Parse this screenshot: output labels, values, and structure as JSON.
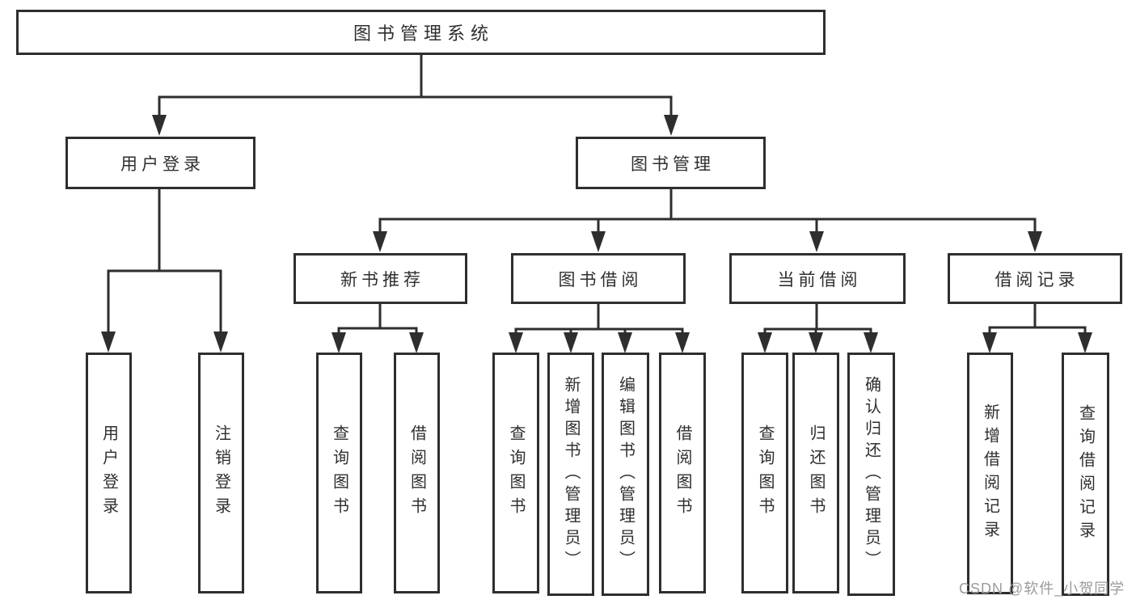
{
  "diagram": {
    "title": "图书管理系统",
    "type": "hierarchy-tree",
    "colors": {
      "line": "#2e2e2e",
      "text": "#2f2f2f",
      "box_background": "#ffffff",
      "watermark": "#9b9b9b"
    },
    "nodes": {
      "root": {
        "label": "图书管理系统"
      },
      "user_login": {
        "label": "用户登录"
      },
      "book_management": {
        "label": "图书管理"
      },
      "new_book_rec": {
        "label": "新书推荐"
      },
      "book_borrowing": {
        "label": "图书借阅"
      },
      "current_borrow": {
        "label": "当前借阅"
      },
      "borrow_records": {
        "label": "借阅记录"
      },
      "ul_user_login": {
        "label": "用户登录"
      },
      "ul_logout": {
        "label": "注销登录"
      },
      "nb_query_books": {
        "label": "查询图书"
      },
      "nb_borrow_books": {
        "label": "借阅图书"
      },
      "bb_query_books": {
        "label": "查询图书"
      },
      "bb_add_books": {
        "label": "新增图书（管理员）"
      },
      "bb_edit_books": {
        "label": "编辑图书（管理员）"
      },
      "bb_borrow_books": {
        "label": "借阅图书"
      },
      "cb_query_books": {
        "label": "查询图书"
      },
      "cb_return_books": {
        "label": "归还图书"
      },
      "cb_confirm_return": {
        "label": "确认归还（管理员）"
      },
      "br_add_record": {
        "label": "新增借阅记录"
      },
      "br_query_record": {
        "label": "查询借阅记录"
      }
    },
    "edges": [
      [
        "root",
        "user_login"
      ],
      [
        "root",
        "book_management"
      ],
      [
        "user_login",
        "ul_user_login"
      ],
      [
        "user_login",
        "ul_logout"
      ],
      [
        "book_management",
        "new_book_rec"
      ],
      [
        "book_management",
        "book_borrowing"
      ],
      [
        "book_management",
        "current_borrow"
      ],
      [
        "book_management",
        "borrow_records"
      ],
      [
        "new_book_rec",
        "nb_query_books"
      ],
      [
        "new_book_rec",
        "nb_borrow_books"
      ],
      [
        "book_borrowing",
        "bb_query_books"
      ],
      [
        "book_borrowing",
        "bb_add_books"
      ],
      [
        "book_borrowing",
        "bb_edit_books"
      ],
      [
        "book_borrowing",
        "bb_borrow_books"
      ],
      [
        "current_borrow",
        "cb_query_books"
      ],
      [
        "current_borrow",
        "cb_return_books"
      ],
      [
        "current_borrow",
        "cb_confirm_return"
      ],
      [
        "borrow_records",
        "br_add_record"
      ],
      [
        "borrow_records",
        "br_query_record"
      ]
    ]
  },
  "watermark": "CSDN @软件_小贺同学"
}
